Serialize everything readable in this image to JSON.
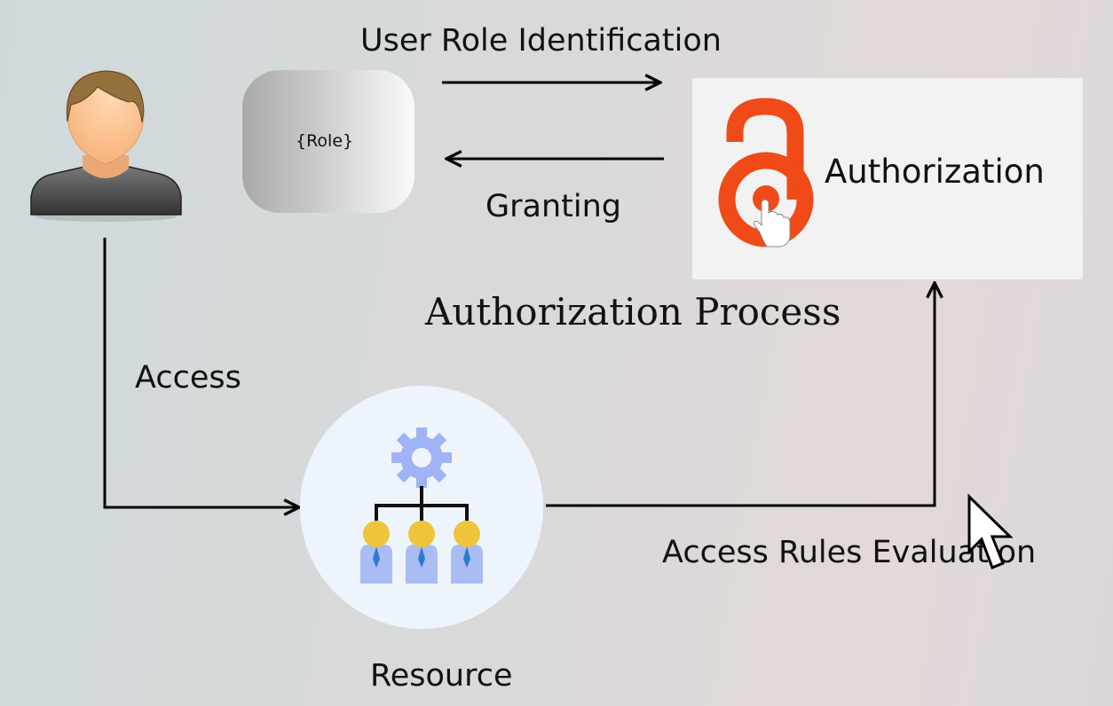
{
  "title": "Authorization Process",
  "labels": {
    "user_role_identification": "User Role Identification",
    "granting": "Granting",
    "access": "Access",
    "resource": "Resource",
    "access_rules_evaluation": "Access Rules Evaluation"
  },
  "role_box": {
    "text": "{Role}"
  },
  "authorization_box": {
    "text": "Authorization"
  },
  "colors": {
    "lock": "#ef4a17",
    "resource_circle": "#eef4fb",
    "gear": "#9fb3f5",
    "person_head": "#eec43a",
    "person_body": "#a9bdf4",
    "tie": "#2d7ad2"
  },
  "icons": [
    "user-avatar-icon",
    "open-lock-icon",
    "pointing-hand-icon",
    "team-hierarchy-gear-icon",
    "mouse-cursor-icon"
  ]
}
